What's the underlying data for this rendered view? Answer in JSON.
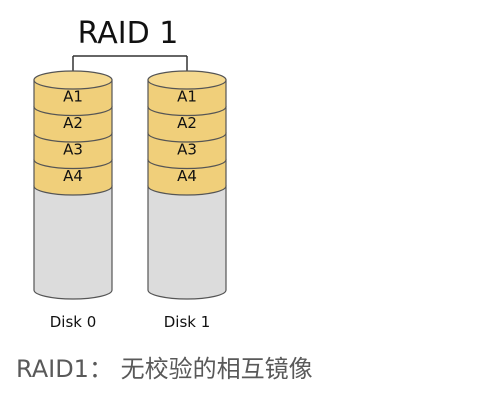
{
  "title": "RAID 1",
  "disks": [
    {
      "label": "Disk 0",
      "blocks": [
        "A1",
        "A2",
        "A3",
        "A4"
      ]
    },
    {
      "label": "Disk 1",
      "blocks": [
        "A1",
        "A2",
        "A3",
        "A4"
      ]
    }
  ],
  "caption": "RAID1： 无校验的相互镜像",
  "colors": {
    "block_fill": "#f0cf7a",
    "block_top": "#f5d98f",
    "empty_fill": "#dcdcdc",
    "outline": "#555555"
  }
}
